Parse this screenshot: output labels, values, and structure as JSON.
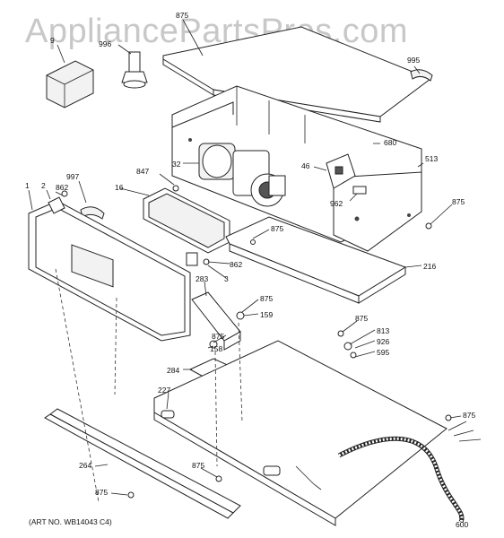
{
  "watermark": "AppliancePartsPros.com",
  "art_number": "(ART NO. WB14043 C4)",
  "callouts": {
    "c875_top": "875",
    "c9": "9",
    "c996": "996",
    "c995": "995",
    "c680": "680",
    "c513": "513",
    "c32": "32",
    "c46": "46",
    "c847": "847",
    "c997": "997",
    "c862_a": "862",
    "c16": "16",
    "c2": "2",
    "c1": "1",
    "c962": "962",
    "c875_right": "875",
    "c875_mid": "875",
    "c862_b": "862",
    "c3": "3",
    "c216": "216",
    "c283": "283",
    "c875_283": "875",
    "c159": "159",
    "c875_813": "875",
    "c813": "813",
    "c875_158": "875",
    "c158": "158",
    "c926": "926",
    "c595": "595",
    "c284": "284",
    "c227": "227",
    "c875_br": "875",
    "c264": "264",
    "c875_bottom": "875",
    "c875_bl": "875",
    "c600": "600"
  }
}
